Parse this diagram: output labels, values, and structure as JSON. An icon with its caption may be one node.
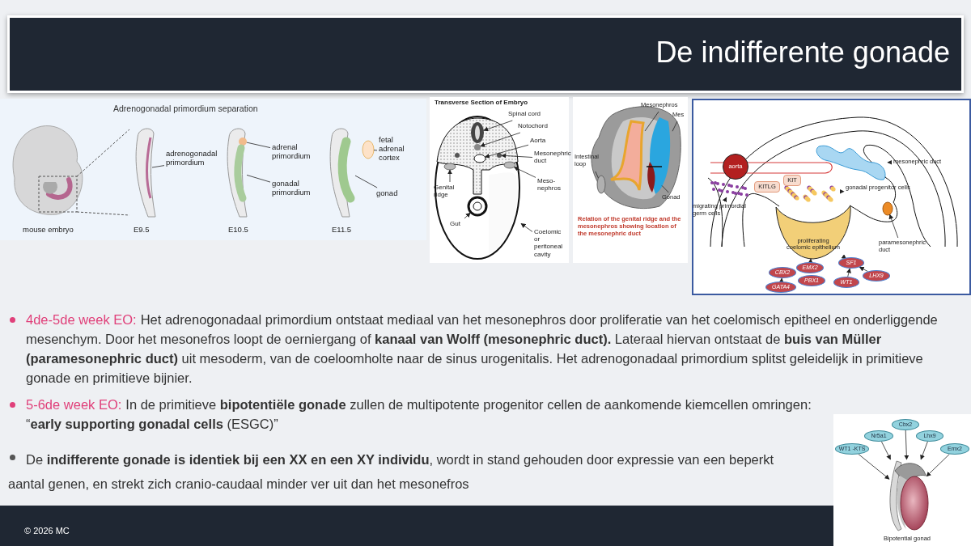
{
  "diagram": {
    "title": "De indifferente gonade",
    "nodes": [
      {
        "text": [
          "adrenogonadal primordium"
        ]
      },
      {
        "text": [
          "adrenal primordium"
        ]
      },
      {
        "text": [
          "gonadal primordium"
        ]
      },
      {
        "text": [
          "fetal adrenal cortex"
        ]
      },
      {
        "text": [
          "gonad"
        ]
      },
      {
        "text": [
          "Spinal cord"
        ]
      },
      {
        "text": [
          "Notochord"
        ]
      },
      {
        "text": [
          "Aorta"
        ]
      },
      {
        "text": [
          "Mesonephric duct"
        ]
      },
      {
        "text": [
          "Meso- nephros"
        ]
      },
      {
        "text": [
          "Genital ridge"
        ]
      },
      {
        "text": [
          "Gut"
        ]
      },
      {
        "text": [
          "Coelomic or peritoneal cavity"
        ]
      },
      {
        "text": [
          "Mesonephros"
        ]
      },
      {
        "text": [
          "Mes"
        ]
      },
      {
        "text": [
          "Intestinal loop"
        ]
      },
      {
        "text": [
          "Gonad"
        ]
      },
      {
        "text": [
          "aorta"
        ]
      },
      {
        "text": [
          "migrating primordial germ cells"
        ]
      },
      {
        "text": [
          "KITLG"
        ]
      },
      {
        "text": [
          "KIT"
        ]
      },
      {
        "text": [
          "gonadal progenitor cells"
        ]
      },
      {
        "text": [
          "mesonephric duct"
        ]
      },
      {
        "text": [
          "paramesonephric duct"
        ]
      },
      {
        "text": [
          "proliferating coelomic epithelium"
        ]
      },
      {
        "text": [
          "EMX2"
        ]
      },
      {
        "text": [
          "CBX2"
        ]
      },
      {
        "text": [
          "PBX1"
        ]
      },
      {
        "text": [
          "GATA4"
        ]
      },
      {
        "text": [
          "SF1"
        ]
      },
      {
        "text": [
          "WT1"
        ]
      },
      {
        "text": [
          "LHX9"
        ]
      },
      {
        "text": [
          "WT1 -KTS"
        ]
      },
      {
        "text": [
          "Nr5a1"
        ]
      },
      {
        "text": [
          "Cbx2"
        ]
      },
      {
        "text": [
          "Lhx9"
        ]
      },
      {
        "text": [
          "Emx2"
        ]
      },
      {
        "text": [],
        "shape": "picture",
        "beside": [
          "Bipotential gonad"
        ]
      },
      {
        "text": [],
        "shape": "bar"
      },
      {
        "text": [],
        "shape": "circle"
      },
      {
        "text": [],
        "shape": "bar"
      },
      {
        "text": [],
        "shape": "circle"
      },
      {
        "text": [],
        "shape": "bar"
      },
      {
        "text": [],
        "shape": "circle"
      },
      {
        "text": [],
        "shape": "circle"
      },
      {
        "text": [],
        "shape": "circle"
      },
      {
        "text": [],
        "shape": "circle"
      },
      {
        "text": [],
        "shape": "circle"
      },
      {
        "text": [],
        "shape": "circle"
      },
      {
        "text": [],
        "shape": "circle"
      },
      {
        "text": [],
        "shape": "region"
      },
      {
        "text": [],
        "shape": "bar"
      },
      {
        "text": [],
        "shape": "bar"
      },
      {
        "text": [],
        "shape": "circle"
      },
      {
        "text": [],
        "shape": "bar"
      },
      {
        "text": [],
        "shape": "dots"
      },
      {
        "text": [],
        "shape": "dots"
      },
      {
        "text": [],
        "shape": "bar"
      },
      {
        "text": [],
        "shape": "circle"
      }
    ],
    "edges": [
      {
        "from": 0,
        "to": 38,
        "arrow": "none"
      },
      {
        "from": 1,
        "to": 39,
        "arrow": "none"
      },
      {
        "from": 2,
        "to": 40,
        "arrow": "none"
      },
      {
        "from": 3,
        "to": 41,
        "arrow": "none"
      },
      {
        "from": 4,
        "to": 42,
        "arrow": "none"
      },
      {
        "from": 5,
        "to": 43,
        "arrow": "to"
      },
      {
        "from": 6,
        "to": 44,
        "arrow": "to"
      },
      {
        "from": 7,
        "to": 45,
        "arrow": "to"
      },
      {
        "from": 8,
        "to": 46,
        "arrow": "to"
      },
      {
        "from": 9,
        "to": 47,
        "arrow": "to"
      },
      {
        "from": 10,
        "to": 48,
        "arrow": "to"
      },
      {
        "from": 11,
        "to": 49,
        "arrow": "to"
      },
      {
        "from": 12,
        "to": 50,
        "arrow": "to"
      },
      {
        "from": 13,
        "to": 51,
        "arrow": "none"
      },
      {
        "from": 14,
        "to": 52,
        "arrow": "none"
      },
      {
        "from": 15,
        "to": 53,
        "arrow": "none"
      },
      {
        "from": 16,
        "to": 54,
        "arrow": "none"
      },
      {
        "from": 18,
        "to": 55,
        "arrow": "to"
      },
      {
        "from": 21,
        "to": 56,
        "arrow": "to"
      },
      {
        "from": 22,
        "to": 57,
        "arrow": "to"
      },
      {
        "from": 23,
        "to": 58,
        "arrow": "to"
      },
      {
        "from": 25,
        "to": 24,
        "arrow": "to"
      },
      {
        "from": 28,
        "to": 26,
        "arrow": "to"
      },
      {
        "from": 29,
        "to": 24,
        "arrow": "to"
      },
      {
        "from": 30,
        "to": 29,
        "arrow": "to"
      },
      {
        "from": 31,
        "to": 29,
        "arrow": "to"
      },
      {
        "from": 32,
        "to": 37,
        "arrow": "to"
      },
      {
        "from": 33,
        "to": 37,
        "arrow": "to"
      },
      {
        "from": 34,
        "to": 37,
        "arrow": "to"
      },
      {
        "from": 35,
        "to": 37,
        "arrow": "to"
      },
      {
        "from": 36,
        "to": 37,
        "arrow": "to"
      }
    ],
    "labels": [
      "Adrenogonadal primordium separation",
      "mouse embryo",
      "E9.5",
      "E10.5",
      "E11.5",
      "Transverse Section of Embryo",
      "Relation of the genital ridge and the mesonephros showing location of the mesonephric duct",
      "4de-5de week EO:",
      "Het adrenogonadaal primordium ontstaat mediaal van het mesonephros door proliferatie van het coelomisch epitheel en onderliggende mesenchym. Door het mesonefros loopt de oerniergang of **kanaal van Wolff (mesonephric duct).** Lateraal hiervan ontstaat de **buis van Müller (paramesonephric duct)** uit mesoderm, van de coeloomholte naar de sinus urogenitalis. Het adrenogonadaal primordium splitst geleidelijk in primitieve gonade en primitieve bijnier.",
      "5-6de week EO:",
      "In de primitieve **bipotentiële gonade** zullen de multipotente progenitor cellen de aankomende kiemcellen omringen: “**early supporting gonadal cells** (ESGC)”",
      "De **indifferente gonade is identiek bij een XX en een XY individu**, wordt in stand gehouden door expressie van een beperkt aantal genen, en strekt zich cranio-caudaal minder ver uit dan het mesonefros",
      "© 2026 MC"
    ]
  }
}
